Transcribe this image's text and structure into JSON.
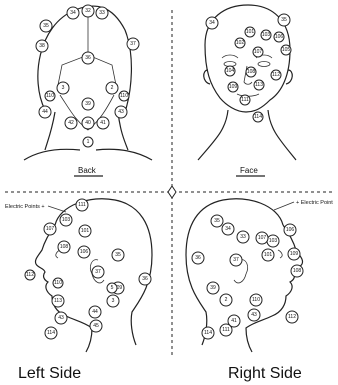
{
  "back": {
    "caption": "Back",
    "points": [
      "32",
      "33",
      "35",
      "34",
      "38",
      "37",
      "36",
      "3",
      "2",
      "39",
      "110",
      "110",
      "44",
      "43",
      "42",
      "40",
      "41",
      "1"
    ]
  },
  "face": {
    "caption": "Face",
    "points": [
      "34",
      "35",
      "101",
      "103",
      "106",
      "102",
      "105",
      "107",
      "104",
      "108",
      "112",
      "113",
      "109",
      "111",
      "114"
    ]
  },
  "left_side": {
    "caption": "Left Side",
    "electric_label": "Electric Points +",
    "points": [
      "107",
      "103",
      "101",
      "108",
      "106",
      "35",
      "37",
      "109",
      "36",
      "111",
      "112",
      "110",
      "113",
      "3",
      "5",
      "43",
      "44",
      "114",
      "45"
    ]
  },
  "right_side": {
    "caption": "Right Side",
    "electric_label": "+ Electric Point",
    "points": [
      "35",
      "34",
      "33",
      "106",
      "103",
      "107",
      "101",
      "109",
      "108",
      "37",
      "36",
      "39",
      "2",
      "110",
      "43",
      "41",
      "111",
      "114",
      "112"
    ]
  },
  "colors": {
    "line": "#222222",
    "background": "#ffffff"
  }
}
